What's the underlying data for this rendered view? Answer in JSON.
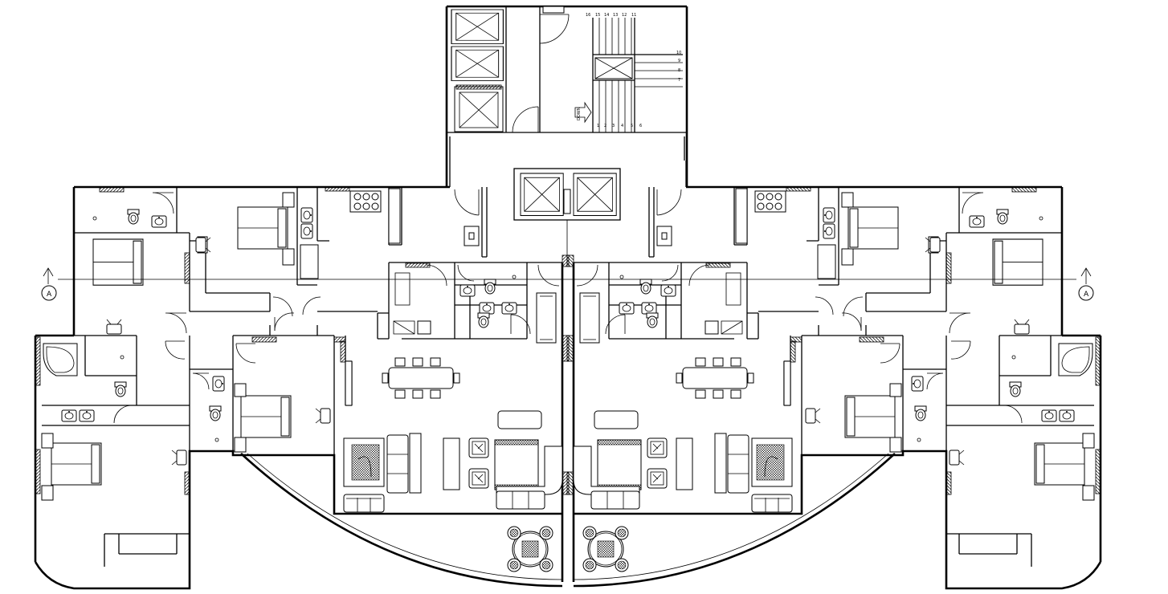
{
  "section_marker": {
    "left": "A",
    "right": "A"
  },
  "stair": {
    "upper_numbers": [
      "16",
      "15",
      "14",
      "13",
      "12",
      "11"
    ],
    "right_numbers": [
      "10",
      "9",
      "8",
      "7"
    ],
    "lower_numbers": [
      "1",
      "2",
      "3",
      "4",
      "5",
      "6"
    ],
    "arrow_label": "DOWN"
  },
  "colors": {
    "line": "#000000",
    "background": "#ffffff"
  }
}
